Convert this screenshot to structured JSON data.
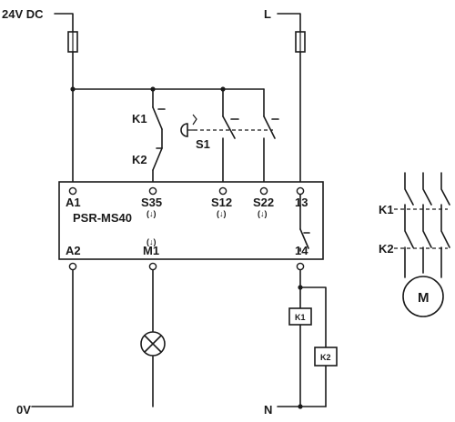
{
  "supply": {
    "positive": "24V DC",
    "line": "L",
    "zero": "0V",
    "neutral": "N"
  },
  "relay": {
    "model": "PSR-MS40",
    "terminals": {
      "a1": "A1",
      "s35": "S35",
      "s12": "S12",
      "s22": "S22",
      "t13": "13",
      "a2": "A2",
      "m1": "M1",
      "t14": "14"
    },
    "marks": {
      "s35": "(↓)",
      "s12": "(↓)",
      "s22": "(↓)",
      "m1": "(↓)"
    }
  },
  "contacts": {
    "k1": "K1",
    "k2": "K2",
    "s1": "S1"
  },
  "coils": {
    "k1": "K1",
    "k2": "K2"
  },
  "motor": {
    "k1": "K1",
    "k2": "K2",
    "symbol": "M"
  }
}
